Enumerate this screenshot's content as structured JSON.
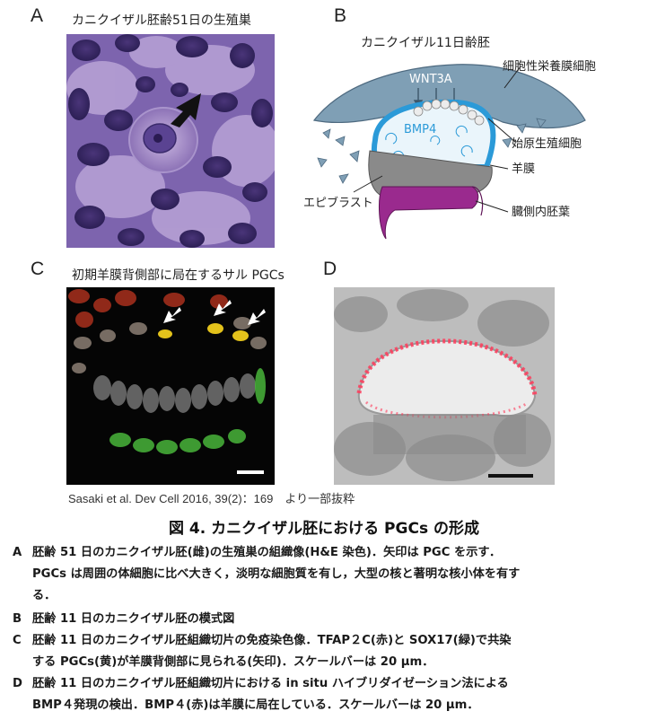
{
  "panels": {
    "A": {
      "label": "A",
      "title": "カニクイザル胚齢51日の生殖巣"
    },
    "B": {
      "label": "B",
      "title": "カニクイザル11日齢胚",
      "labels": {
        "wnt3a": "WNT3A",
        "trophoblast": "細胞性栄養膜細胞",
        "bmp4": "BMP4",
        "pgc": "始原生殖細胞",
        "amnion": "羊膜",
        "epiblast": "エピブラスト",
        "visceral_endoderm": "臓側内胚葉"
      }
    },
    "C": {
      "label": "C",
      "title": "初期羊膜背側部に局在するサル PGCs"
    },
    "D": {
      "label": "D"
    }
  },
  "citation": "Sasaki et al. Dev Cell 2016, 39(2)：169　より一部抜粋",
  "figure_title": "図 4.  カニクイザル胚における PGCs の形成",
  "caption": {
    "A": {
      "key": "A",
      "lines": [
        "胚齢 51 日のカニクイザル胚(雌)の生殖巣の組織像(H&E 染色)．矢印は PGC を示す．",
        "PGCs は周囲の体細胞に比べ大きく，淡明な細胞質を有し，大型の核と著明な核小体を有す",
        "る．"
      ]
    },
    "B": {
      "key": "B",
      "lines": [
        "胚齢 11 日のカニクイザル胚の模式図"
      ]
    },
    "C": {
      "key": "C",
      "lines": [
        "胚齢 11 日のカニクイザル胚組織切片の免疫染色像．TFAP２C(赤)と SOX17(緑)で共染",
        "する PGCs(黄)が羊膜背側部に見られる(矢印)．スケールバーは 20 μm．"
      ]
    },
    "D": {
      "key": "D",
      "lines": [
        "胚齢 11 日のカニクイザル胚組織切片における in situ ハイブリダイゼーション法による",
        "BMP４発現の検出．BMP４(赤)は羊膜に局在している．スケールバーは 20 μm．"
      ]
    }
  },
  "colors": {
    "trophoblast_fill": "#7f9fb5",
    "amnion_blue": "#2b9ad8",
    "bmp4_text": "#2b9ad8",
    "epiblast_gray": "#8a8a8a",
    "endoderm_purple": "#9a2a8e",
    "pgc_yellow": "#e3c21b",
    "sox17_green": "#49b53a",
    "ish_red": "#ff3b5a"
  }
}
